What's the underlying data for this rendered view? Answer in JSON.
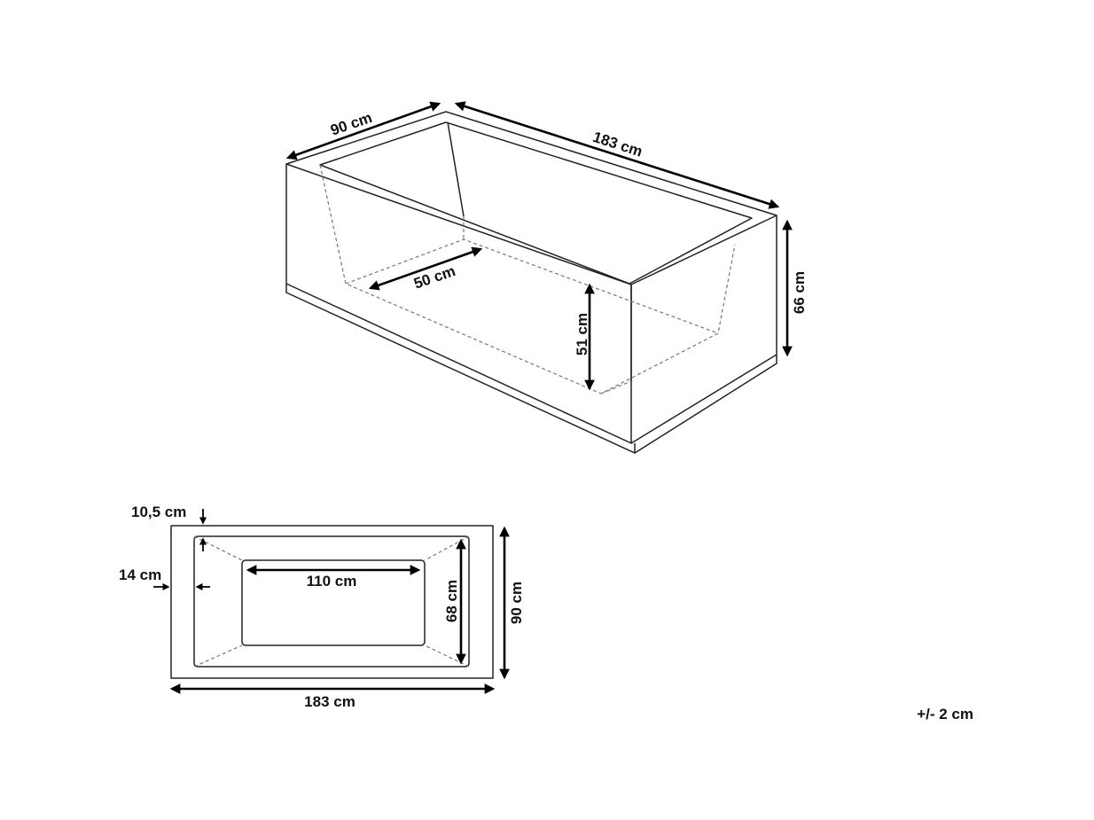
{
  "iso_view": {
    "width_label": "90 cm",
    "length_label": "183 cm",
    "height_label": "66 cm",
    "bottom_width_label": "50 cm",
    "inner_depth_label": "51 cm"
  },
  "plan_view": {
    "rim_label": "10,5 cm",
    "side_label": "14 cm",
    "bottom_length_label": "110 cm",
    "bottom_width_label": "68 cm",
    "outer_width_label": "90 cm",
    "outer_length_label": "183 cm"
  },
  "tolerance_label": "+/- 2 cm",
  "colors": {
    "line": "#222222",
    "dimension": "#000000",
    "hidden_line": "#777777",
    "text": "#111111"
  }
}
